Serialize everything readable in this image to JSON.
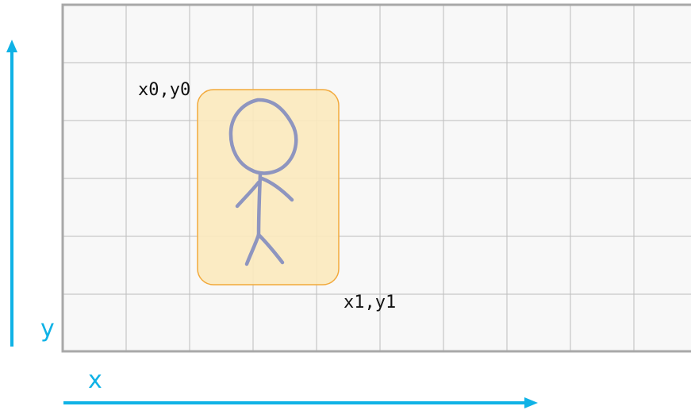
{
  "labels": {
    "top_left_corner": "x0,y0",
    "bottom_right_corner": "x1,y1",
    "x_axis": "x",
    "y_axis": "y"
  },
  "colors": {
    "grid_background": "#f8f8f8",
    "grid_line": "#bdbdbd",
    "grid_border": "#a8a8a8",
    "box_fill": "#fbe9bd",
    "box_stroke": "#f2a93b",
    "figure_stroke": "#8e95bf",
    "axis": "#0fb2e6",
    "label_text": "#111111"
  },
  "icons": {
    "figure": "stick-figure-icon",
    "x_arrow": "arrow-right-icon",
    "y_arrow": "arrow-up-icon"
  }
}
